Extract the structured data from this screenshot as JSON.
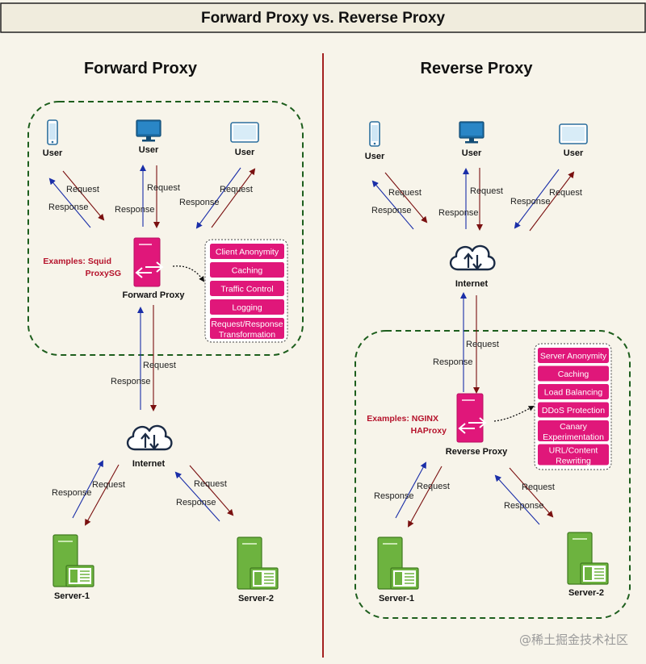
{
  "title": "Forward Proxy vs. Reverse Proxy",
  "watermark": "@稀土掘金技术社区",
  "forward": {
    "heading": "Forward Proxy",
    "users": [
      "User",
      "User",
      "User"
    ],
    "request_label": "Request",
    "response_label": "Response",
    "proxy_label": "Forward Proxy",
    "examples_line1": "Examples: Squid",
    "examples_line2": "ProxySG",
    "features": [
      [
        "Client Anonymity"
      ],
      [
        "Caching"
      ],
      [
        "Traffic Control"
      ],
      [
        "Logging"
      ],
      [
        "Request/Response",
        "Transformation"
      ]
    ],
    "internet_label": "Internet",
    "servers": [
      "Server-1",
      "Server-2"
    ]
  },
  "reverse": {
    "heading": "Reverse Proxy",
    "users": [
      "User",
      "User",
      "User"
    ],
    "request_label": "Request",
    "response_label": "Response",
    "internet_label": "Internet",
    "proxy_label": "Reverse Proxy",
    "examples_line1": "Examples: NGINX",
    "examples_line2": "HAProxy",
    "features": [
      [
        "Server Anonymity"
      ],
      [
        "Caching"
      ],
      [
        "Load Balancing"
      ],
      [
        "DDoS Protection"
      ],
      [
        "Canary",
        "Experimentation"
      ],
      [
        "URL/Content",
        "Rewriting"
      ]
    ],
    "servers": [
      "Server-1",
      "Server-2"
    ]
  },
  "colors": {
    "proxy": "#e0177a",
    "server": "#6db33f",
    "request_arrow": "#7a1010",
    "response_arrow": "#1a2ea8",
    "zone_border": "#1d5e1d",
    "divider": "#a32020"
  }
}
